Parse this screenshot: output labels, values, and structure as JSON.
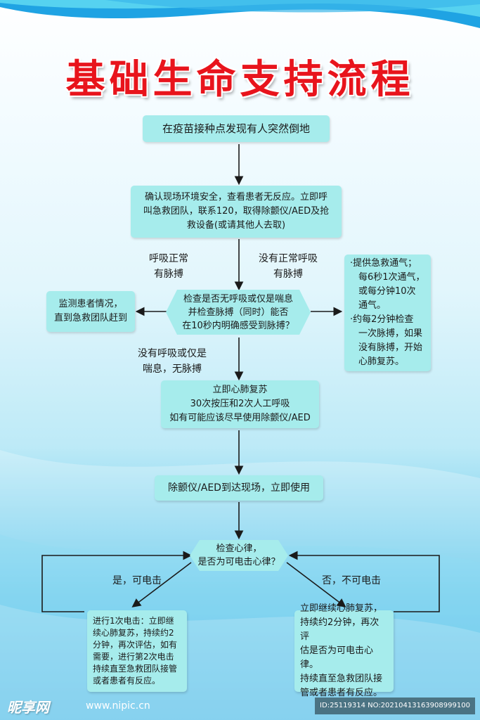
{
  "title": "基础生命支持流程",
  "nodes": {
    "discover": "在疫苗接种点发现有人突然倒地",
    "confirm": [
      "确认现场环境安全，查看患者无反应。立即呼",
      "叫急救团队，联系120，取得除颤仪/AED及抢",
      "救设备(或请其他人去取)"
    ],
    "check_breath": [
      "检查是否无呼吸或仅是喘息",
      "并检查脉搏（同时）能否",
      "在10秒内明确感受到脉搏？"
    ],
    "monitor": [
      "监测患者情况，",
      "直到急救团队赶到"
    ],
    "ventilation": [
      "提供急救通气；",
      "每6秒1次通气，",
      "或每分钟10次",
      "通气。"
    ],
    "ventilation2": [
      "约每2分钟检查",
      "一次脉搏，如果",
      "没有脉搏，开始",
      "心肺复苏。"
    ],
    "cpr": [
      "立即心肺复苏",
      "30次按压和2次人工呼吸",
      "如有可能应该尽早使用除颤仪/AED"
    ],
    "aed_arrive": "除颤仪/AED到达现场，立即使用",
    "check_rhythm": [
      "检查心律，",
      "是否为可电击心律？"
    ],
    "shock": [
      "进行1次电击：立即继",
      "续心肺复苏，持续约2",
      "分钟，再次评估，如有",
      "需要，进行第2次电击",
      "持续直至急救团队接管",
      "或者患者有反应。"
    ],
    "no_shock": [
      "立即继续心肺复苏，",
      "持续约2分钟，再次评",
      "估是否为可电击心律。",
      "持续直至急救团队接",
      "管或者患者有反应。"
    ]
  },
  "labels": {
    "normal_breath": [
      "呼吸正常",
      "有脉搏"
    ],
    "no_normal_breath": [
      "没有正常呼吸",
      "有脉搏"
    ],
    "no_breath": [
      "没有呼吸或仅是",
      "喘息，无脉搏"
    ],
    "yes_shock": "是，可电击",
    "no_shock": "否，不可电击"
  },
  "bullets": [
    "·",
    "·"
  ],
  "watermark": {
    "logo": "昵享网",
    "url": "www.nipic.cn",
    "id": "ID:25119314 NO:20210413163908999100"
  },
  "colors": {
    "title": "#e8141c",
    "box": "#a6ecec",
    "line": "#1a1a1a"
  }
}
